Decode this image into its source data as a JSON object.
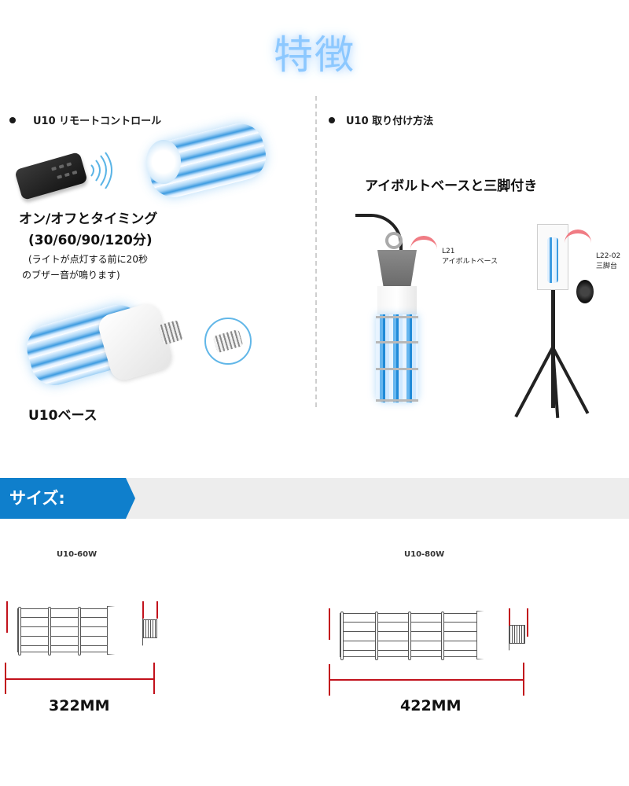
{
  "title": "特徴",
  "left_panel": {
    "heading": "U10 リモートコントロール",
    "feature_line1": "オン/オフとタイミング",
    "feature_line2": "(30/60/90/120分)",
    "note_line1": "(ライトが点灯する前に20秒",
    "note_line2": "のブザー音が鳴ります)",
    "base_label": "U10ベース"
  },
  "right_panel": {
    "heading": "U10 取り付け方法",
    "subtitle": "アイボルトベースと三脚付き",
    "eyebolt_code": "L21",
    "eyebolt_name": "アイボルトベース",
    "tripod_code": "L22-02",
    "tripod_name": "三脚台"
  },
  "size_section": {
    "banner_label": "サイズ:",
    "models": [
      {
        "name": "U10-60W",
        "length": "322MM"
      },
      {
        "name": "U10-80W",
        "length": "422MM"
      }
    ]
  },
  "colors": {
    "banner_blue": "#0f7fcc",
    "banner_gray": "#ededed",
    "dimension_red": "#c2121c",
    "title_blue": "#8cc8ff",
    "arrow_pink": "#f07c84"
  }
}
